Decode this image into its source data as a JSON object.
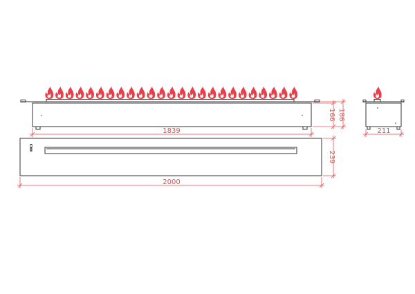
{
  "dimensions": {
    "length_inner": "1839",
    "length_total": "2000",
    "height_inner": "166",
    "height_total": "186",
    "depth": "239",
    "width_side": "211"
  },
  "flames": {
    "front_count": 25,
    "side_count": 1,
    "color": "#e8404a",
    "inner_color": "#ffffff"
  },
  "colors": {
    "outline": "#333333",
    "dimension": "#e05555",
    "dimension_text": "#d9534f"
  }
}
